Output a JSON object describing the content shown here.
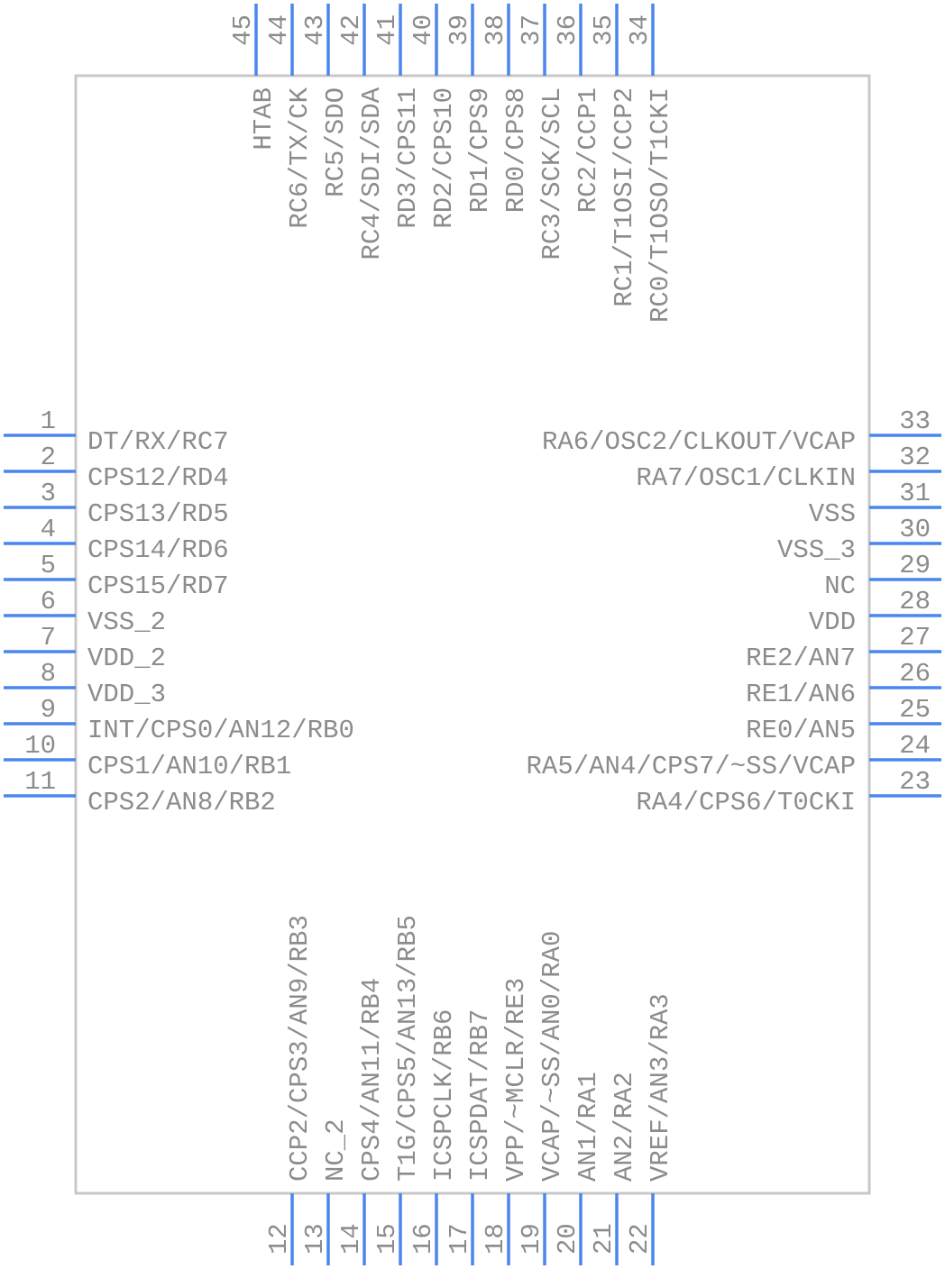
{
  "colors": {
    "pin": "#4a86f0",
    "body": "#c8c8c8",
    "text": "#8c8c8c",
    "background": "#ffffff"
  },
  "pins": {
    "left": [
      {
        "num": "1",
        "name": "DT/RX/RC7"
      },
      {
        "num": "2",
        "name": "CPS12/RD4"
      },
      {
        "num": "3",
        "name": "CPS13/RD5"
      },
      {
        "num": "4",
        "name": "CPS14/RD6"
      },
      {
        "num": "5",
        "name": "CPS15/RD7"
      },
      {
        "num": "6",
        "name": "VSS_2"
      },
      {
        "num": "7",
        "name": "VDD_2"
      },
      {
        "num": "8",
        "name": "VDD_3"
      },
      {
        "num": "9",
        "name": "INT/CPS0/AN12/RB0"
      },
      {
        "num": "10",
        "name": "CPS1/AN10/RB1"
      },
      {
        "num": "11",
        "name": "CPS2/AN8/RB2"
      }
    ],
    "bottom": [
      {
        "num": "12",
        "name": "CCP2/CPS3/AN9/RB3"
      },
      {
        "num": "13",
        "name": "NC_2"
      },
      {
        "num": "14",
        "name": "CPS4/AN11/RB4"
      },
      {
        "num": "15",
        "name": "T1G/CPS5/AN13/RB5"
      },
      {
        "num": "16",
        "name": "ICSPCLK/RB6"
      },
      {
        "num": "17",
        "name": "ICSPDAT/RB7"
      },
      {
        "num": "18",
        "name": "VPP/~MCLR/RE3"
      },
      {
        "num": "19",
        "name": "VCAP/~SS/AN0/RA0"
      },
      {
        "num": "20",
        "name": "AN1/RA1"
      },
      {
        "num": "21",
        "name": "AN2/RA2"
      },
      {
        "num": "22",
        "name": "VREF/AN3/RA3"
      }
    ],
    "right": [
      {
        "num": "23",
        "name": "RA4/CPS6/T0CKI"
      },
      {
        "num": "24",
        "name": "RA5/AN4/CPS7/~SS/VCAP"
      },
      {
        "num": "25",
        "name": "RE0/AN5"
      },
      {
        "num": "26",
        "name": "RE1/AN6"
      },
      {
        "num": "27",
        "name": "RE2/AN7"
      },
      {
        "num": "28",
        "name": "VDD"
      },
      {
        "num": "29",
        "name": "NC"
      },
      {
        "num": "30",
        "name": "VSS_3"
      },
      {
        "num": "31",
        "name": "VSS"
      },
      {
        "num": "32",
        "name": "RA7/OSC1/CLKIN"
      },
      {
        "num": "33",
        "name": "RA6/OSC2/CLKOUT/VCAP"
      }
    ],
    "top": [
      {
        "num": "34",
        "name": "RC0/T1OSO/T1CKI"
      },
      {
        "num": "35",
        "name": "RC1/T1OSI/CCP2"
      },
      {
        "num": "36",
        "name": "RC2/CCP1"
      },
      {
        "num": "37",
        "name": "RC3/SCK/SCL"
      },
      {
        "num": "38",
        "name": "RD0/CPS8"
      },
      {
        "num": "39",
        "name": "RD1/CPS9"
      },
      {
        "num": "40",
        "name": "RD2/CPS10"
      },
      {
        "num": "41",
        "name": "RD3/CPS11"
      },
      {
        "num": "42",
        "name": "RC4/SDI/SDA"
      },
      {
        "num": "43",
        "name": "RC5/SDO"
      },
      {
        "num": "44",
        "name": "RC6/TX/CK"
      },
      {
        "num": "45",
        "name": "HTAB"
      }
    ]
  }
}
